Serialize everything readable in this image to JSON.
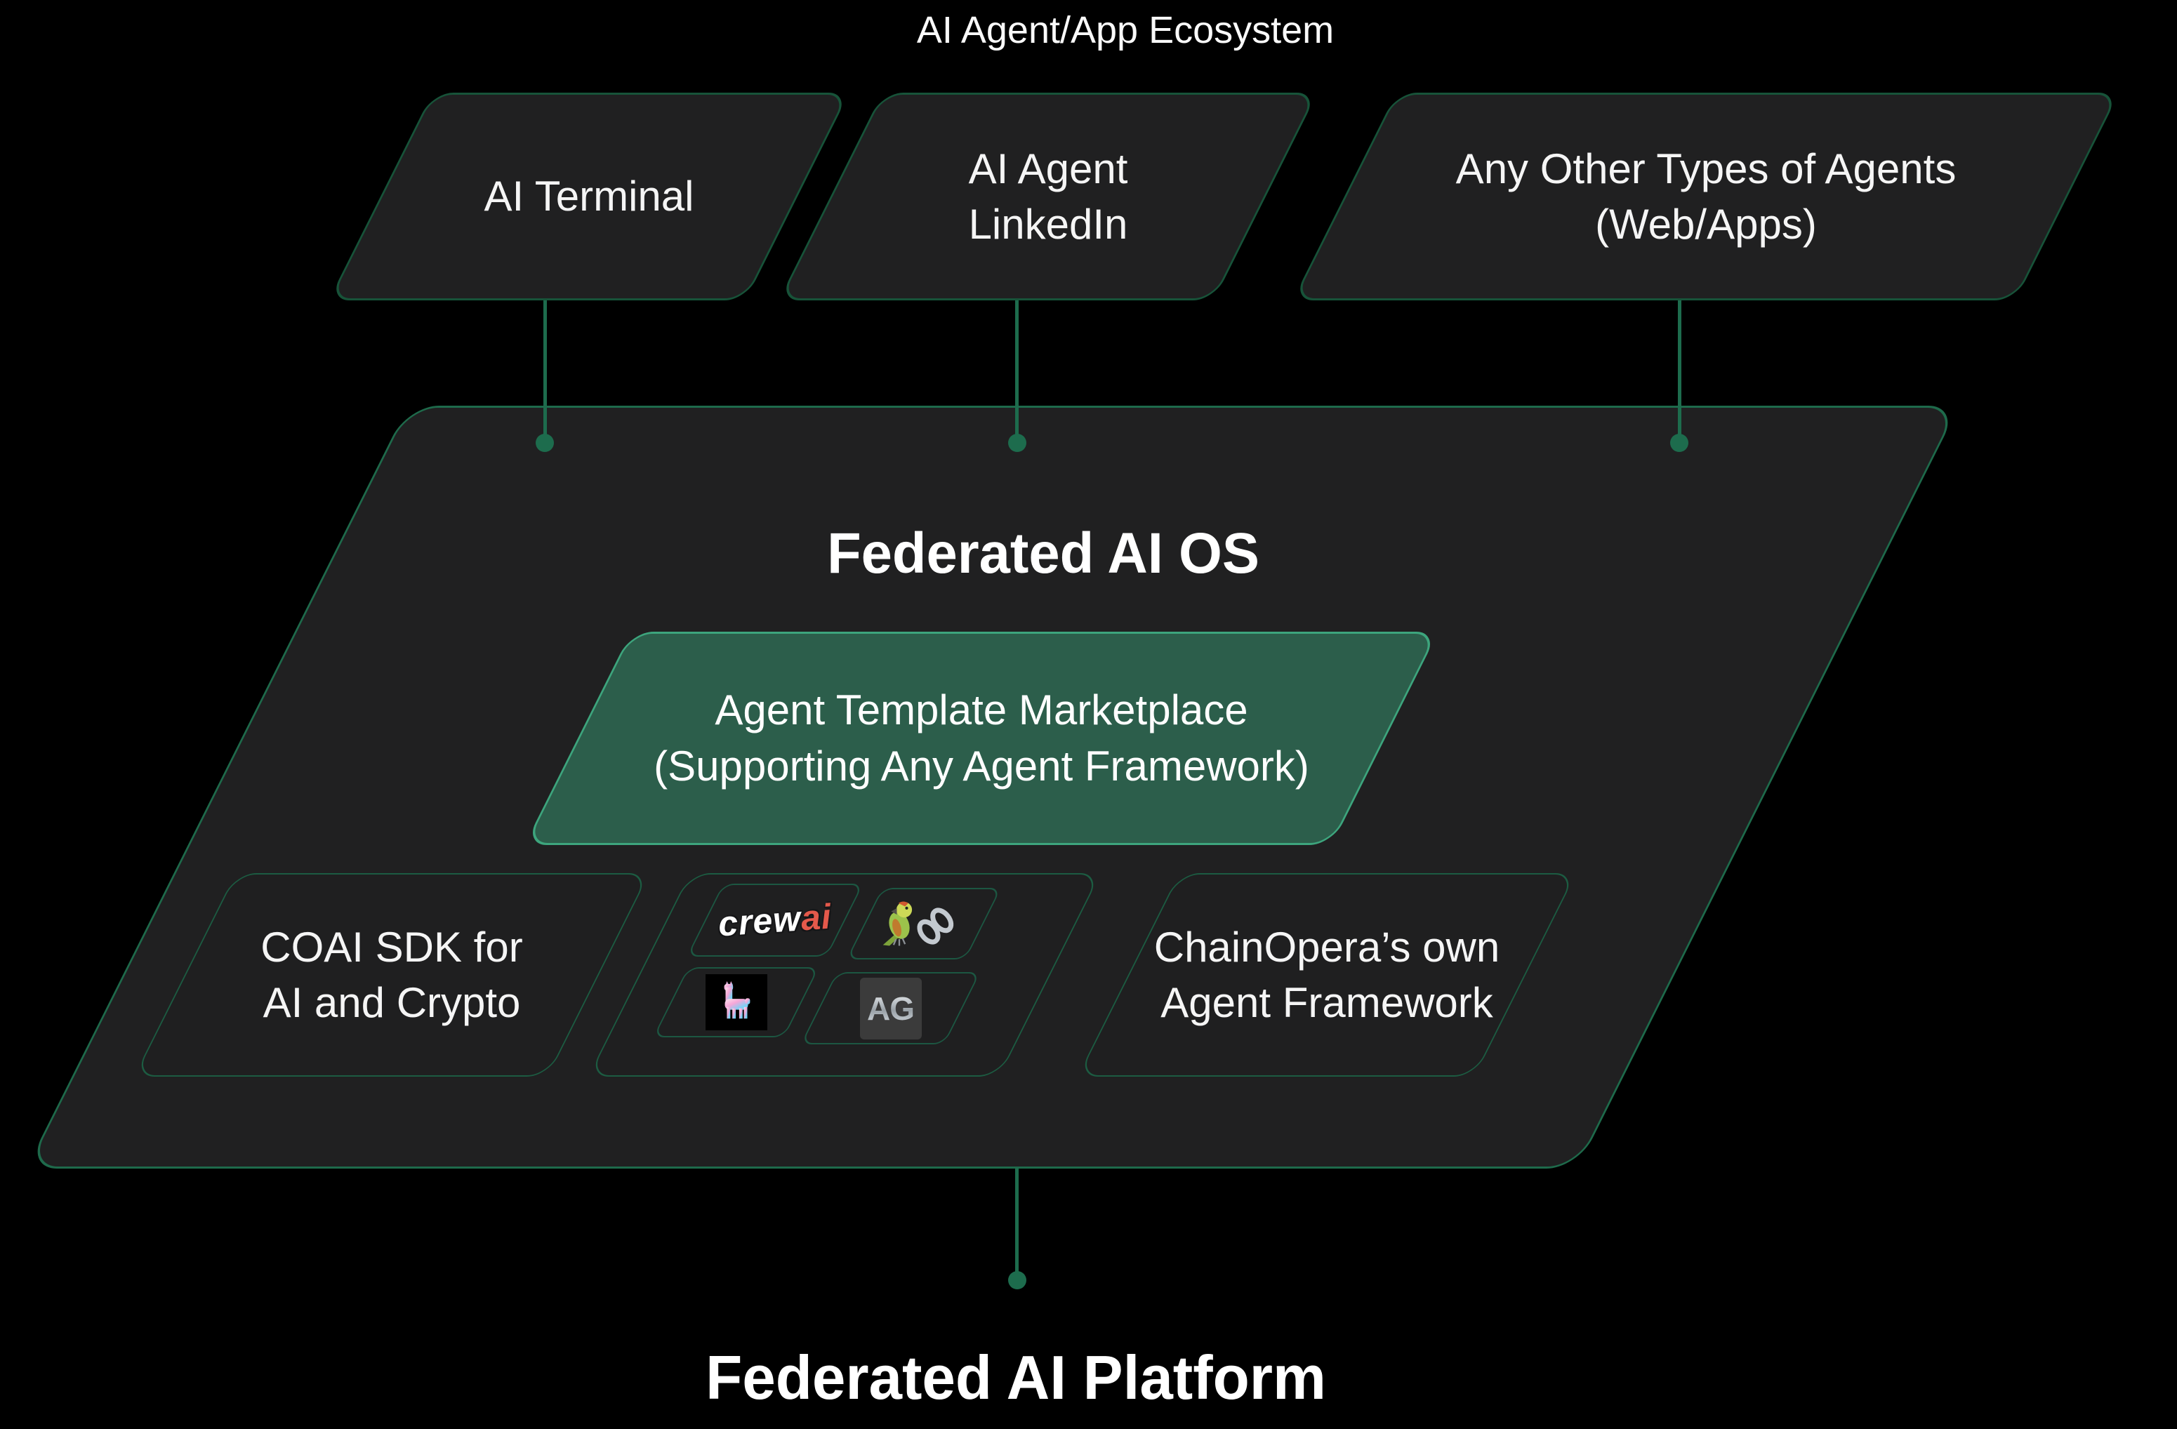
{
  "title": "AI Agent/App Ecosystem",
  "top_boxes": [
    {
      "id": "ai-terminal",
      "lines": [
        "AI Terminal"
      ]
    },
    {
      "id": "ai-agent-linkedin",
      "lines": [
        "AI Agent",
        "LinkedIn"
      ]
    },
    {
      "id": "other-agents",
      "lines": [
        "Any Other Types of Agents",
        "(Web/Apps)"
      ]
    }
  ],
  "os_panel": {
    "title": "Federated AI OS",
    "marketplace": {
      "lines": [
        "Agent Template Marketplace",
        "(Supporting Any Agent Framework)"
      ]
    },
    "coai_sdk": {
      "lines": [
        "COAI SDK for",
        "AI and Crypto"
      ]
    },
    "chainopera": {
      "lines": [
        "ChainOpera’s own",
        "Agent Framework"
      ]
    },
    "frameworks": [
      {
        "name": "crewAI",
        "icon": "crewai-logo",
        "text_primary": "crew",
        "text_accent": "ai"
      },
      {
        "name": "LangChain",
        "icon": "langchain-parrot-chain-logo"
      },
      {
        "name": "Llama",
        "icon": "llama-logo"
      },
      {
        "name": "AutoGen",
        "icon": "autogen-ag-logo",
        "text": "AG"
      }
    ]
  },
  "platform_title": "Federated AI Platform",
  "colors": {
    "background": "#000000",
    "panel_fill": "#202021",
    "panel_border_dark": "#175339",
    "os_panel_border": "#1e6a4b",
    "marketplace_fill": "#2c5e4b",
    "marketplace_border": "#3da57d",
    "connector": "#1d6c4d",
    "text": "#f5f5f5",
    "crewai_accent": "#e4594b",
    "ag_tile_fill": "#3b3b3b"
  }
}
